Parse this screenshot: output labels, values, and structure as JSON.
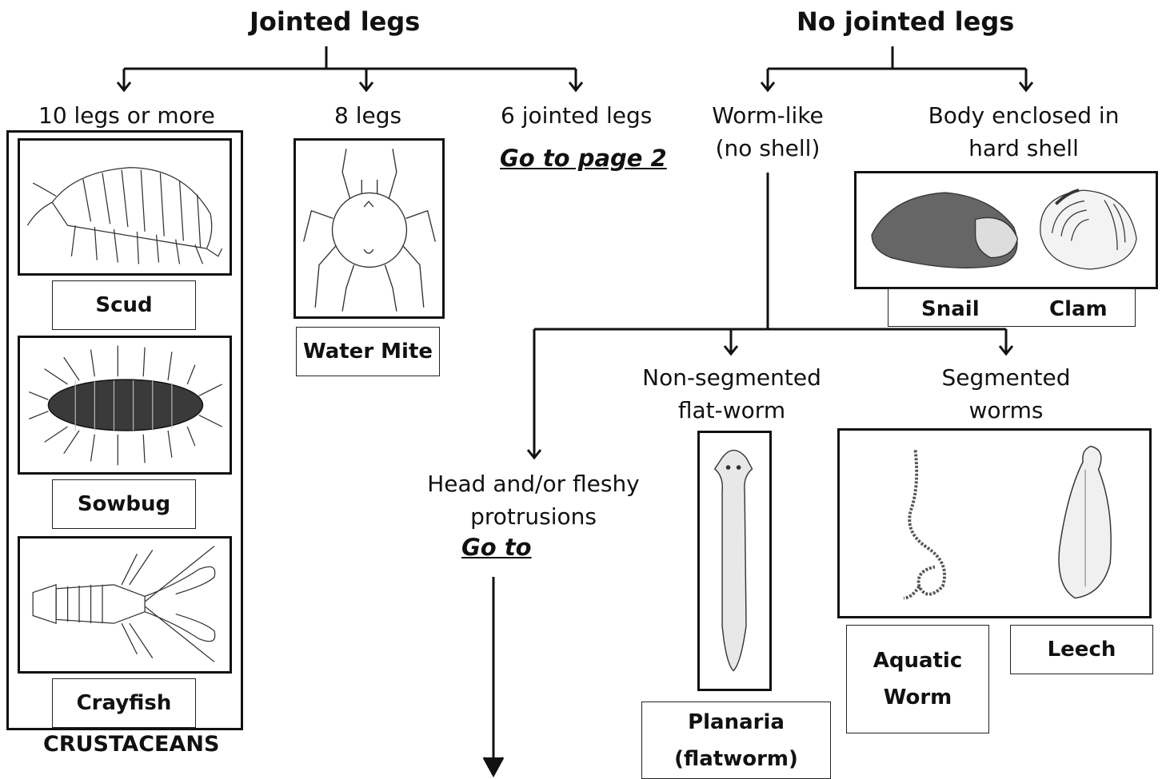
{
  "headings": {
    "jointed": "Jointed legs",
    "no_jointed": "No jointed legs"
  },
  "categories": {
    "ten_legs": "10 legs or more",
    "eight_legs": "8 legs",
    "six_legs": "6 jointed legs",
    "worm_like": [
      "Worm-like",
      "(no shell)"
    ],
    "hard_shell": [
      "Body enclosed in",
      "hard shell"
    ],
    "non_segmented": [
      "Non-segmented",
      "flat-worm"
    ],
    "segmented": [
      "Segmented",
      "worms"
    ],
    "head_fleshy": [
      "Head and/or fleshy",
      "protrusions"
    ]
  },
  "links": {
    "page2": "Go to page 2",
    "goto": "Go to"
  },
  "organisms": {
    "scud": "Scud",
    "sowbug": "Sowbug",
    "crayfish": "Crayfish",
    "water_mite": "Water Mite",
    "snail": "Snail",
    "clam": "Clam",
    "planaria": [
      "Planaria",
      "(flatworm)"
    ],
    "aquatic_worm": [
      "Aquatic",
      "Worm"
    ],
    "leech": "Leech"
  },
  "groups": {
    "crustaceans": "CRUSTACEANS"
  },
  "icons": [
    "scud-icon",
    "sowbug-icon",
    "crayfish-icon",
    "water-mite-icon",
    "snail-icon",
    "clam-icon",
    "planaria-icon",
    "aquatic-worm-icon",
    "leech-icon"
  ]
}
